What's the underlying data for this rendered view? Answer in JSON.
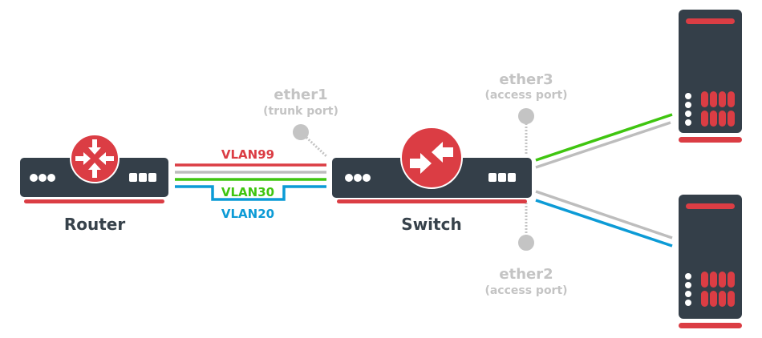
{
  "diagram": {
    "colors": {
      "device_body": "#343f49",
      "accent_red": "#db3d44",
      "vlan99": "#db3d44",
      "untagged_gray": "#bdbdbd",
      "vlan30": "#3fc510",
      "vlan20": "#0c9bd6",
      "port_gray": "#c4c4c4",
      "label_dark": "#37424b"
    },
    "devices": {
      "router": {
        "label": "Router",
        "icon": "router-arrows-inward-icon"
      },
      "switch": {
        "label": "Switch",
        "icon": "switch-arrows-opposing-icon"
      },
      "server1": {
        "icon": "server-tower-icon"
      },
      "server2": {
        "icon": "server-tower-icon"
      }
    },
    "vlans": [
      {
        "name": "VLAN99",
        "color": "#db3d44"
      },
      {
        "name": "VLAN30",
        "color": "#3fc510"
      },
      {
        "name": "VLAN20",
        "color": "#0c9bd6"
      }
    ],
    "ports": {
      "ether1": {
        "name": "ether1",
        "role": "(trunk port)"
      },
      "ether3": {
        "name": "ether3",
        "role": "(access port)"
      },
      "ether2": {
        "name": "ether2",
        "role": "(access port)"
      }
    }
  }
}
